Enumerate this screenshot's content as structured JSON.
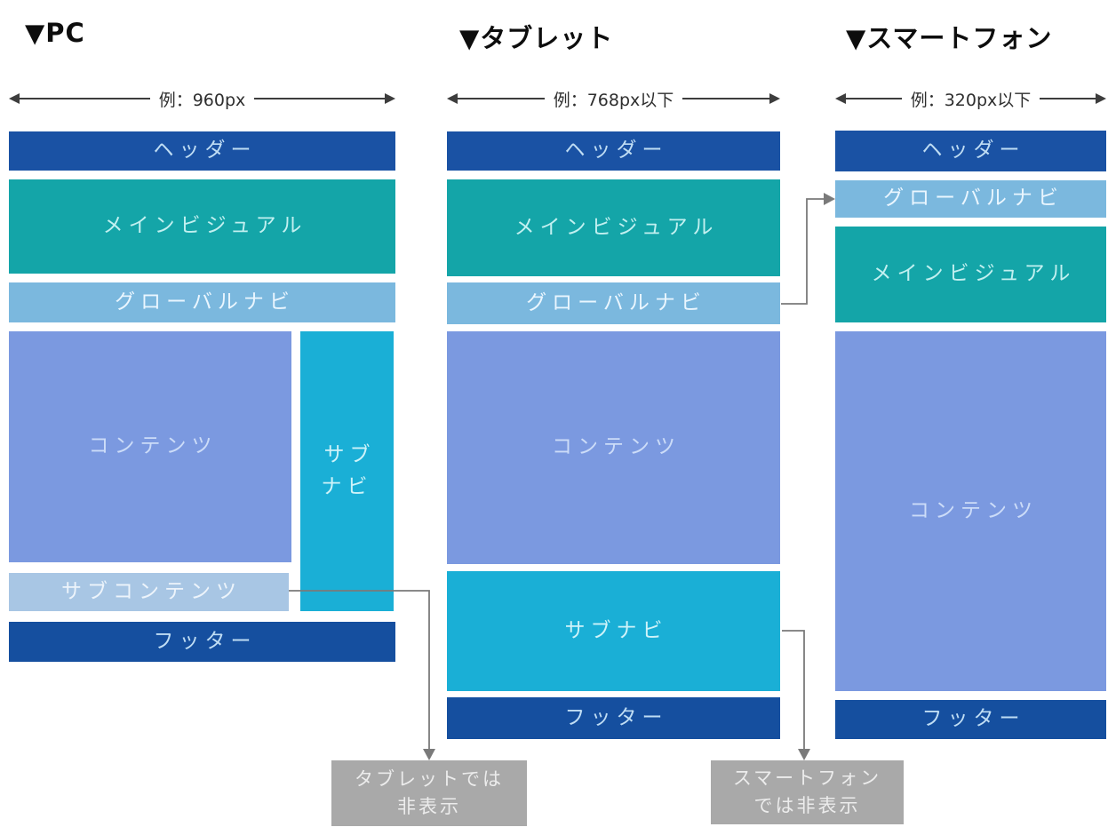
{
  "diagram": {
    "pc": {
      "title": "▼PC",
      "width_label": "例：960px",
      "header": "ヘッダー",
      "main_visual": "メインビジュアル",
      "global_nav": "グローバルナビ",
      "contents": "コンテンツ",
      "sub_nav": "サブ\nナビ",
      "sub_contents": "サブコンテンツ",
      "footer": "フッター"
    },
    "tablet": {
      "title": "▼タブレット",
      "width_label": "例：768px以下",
      "header": "ヘッダー",
      "main_visual": "メインビジュアル",
      "global_nav": "グローバルナビ",
      "contents": "コンテンツ",
      "sub_nav": "サブナビ",
      "footer": "フッター"
    },
    "smartphone": {
      "title": "▼スマートフォン",
      "width_label": "例：320px以下",
      "header": "ヘッダー",
      "global_nav": "グローバルナビ",
      "main_visual": "メインビジュアル",
      "contents": "コンテンツ",
      "footer": "フッター"
    },
    "notes": {
      "tablet_hidden": "タブレットでは\n非表示",
      "smartphone_hidden": "スマートフォン\nでは非表示"
    },
    "colors": {
      "header": "#1A52A4",
      "main_visual": "#14A5A8",
      "global_nav": "#7BB8DE",
      "contents": "#7B99E0",
      "sub_nav": "#1AAFD6",
      "sub_contents": "#A8C6E4",
      "footer": "#154F9F",
      "note_bg": "#A9A9A9",
      "connector": "#7A7A7A",
      "dimension_arrow": "#3D3D3D"
    }
  }
}
